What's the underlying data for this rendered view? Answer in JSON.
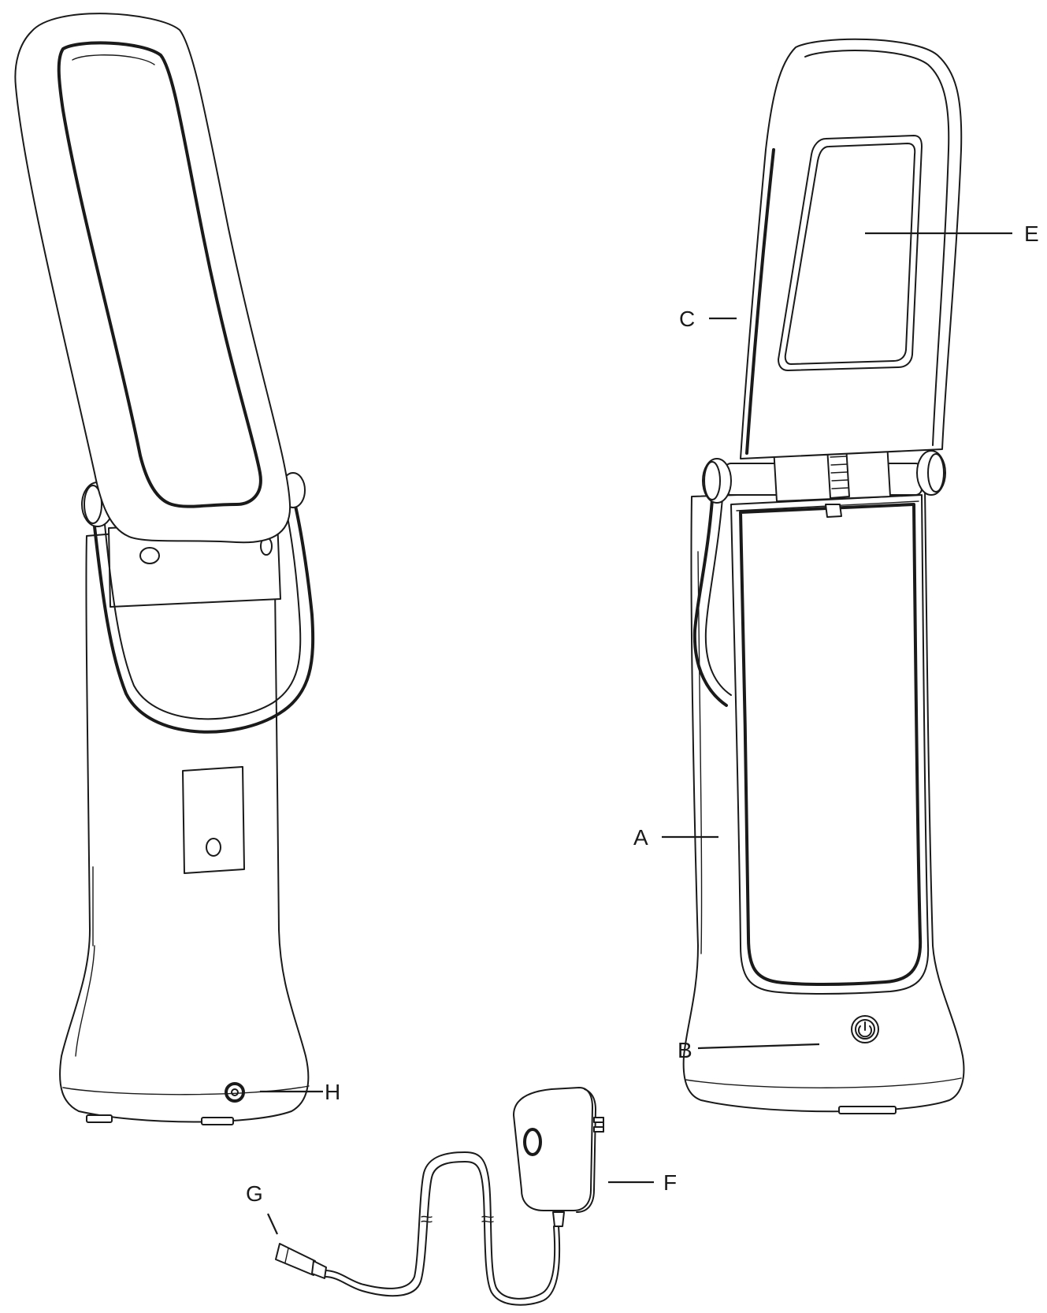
{
  "labels": {
    "a": "A",
    "b": "B",
    "c": "C",
    "e": "E",
    "f": "F",
    "g": "G",
    "h": "H"
  },
  "icons": {
    "power": "power-icon"
  }
}
